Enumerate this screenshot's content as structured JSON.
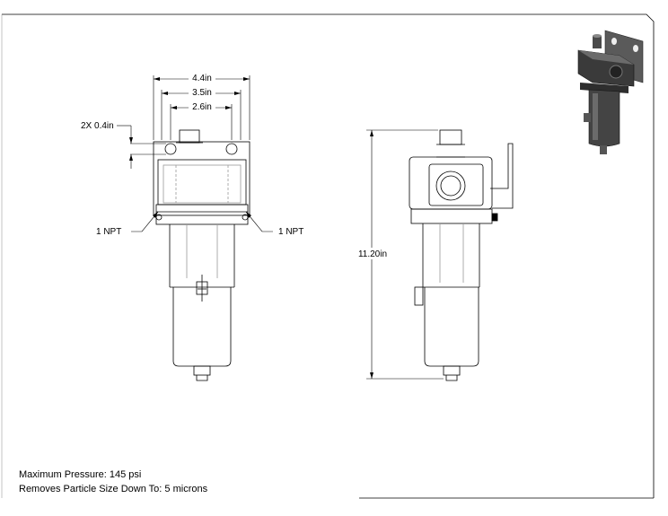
{
  "dimensions": {
    "width_overall": "4.4in",
    "width_mid": "3.5in",
    "width_inner": "2.6in",
    "hole": "2X 0.4in",
    "port_left": "1 NPT",
    "port_right": "1 NPT",
    "height": "11.20in"
  },
  "notes": {
    "max_pressure": "Maximum Pressure: 145 psi",
    "particle_size": "Removes Particle Size Down To: 5 microns"
  },
  "colors": {
    "line": "#000000",
    "light_line": "#9a9a9a",
    "iso_body": "#3a3a3a",
    "iso_highlight": "#6b6b6b"
  }
}
